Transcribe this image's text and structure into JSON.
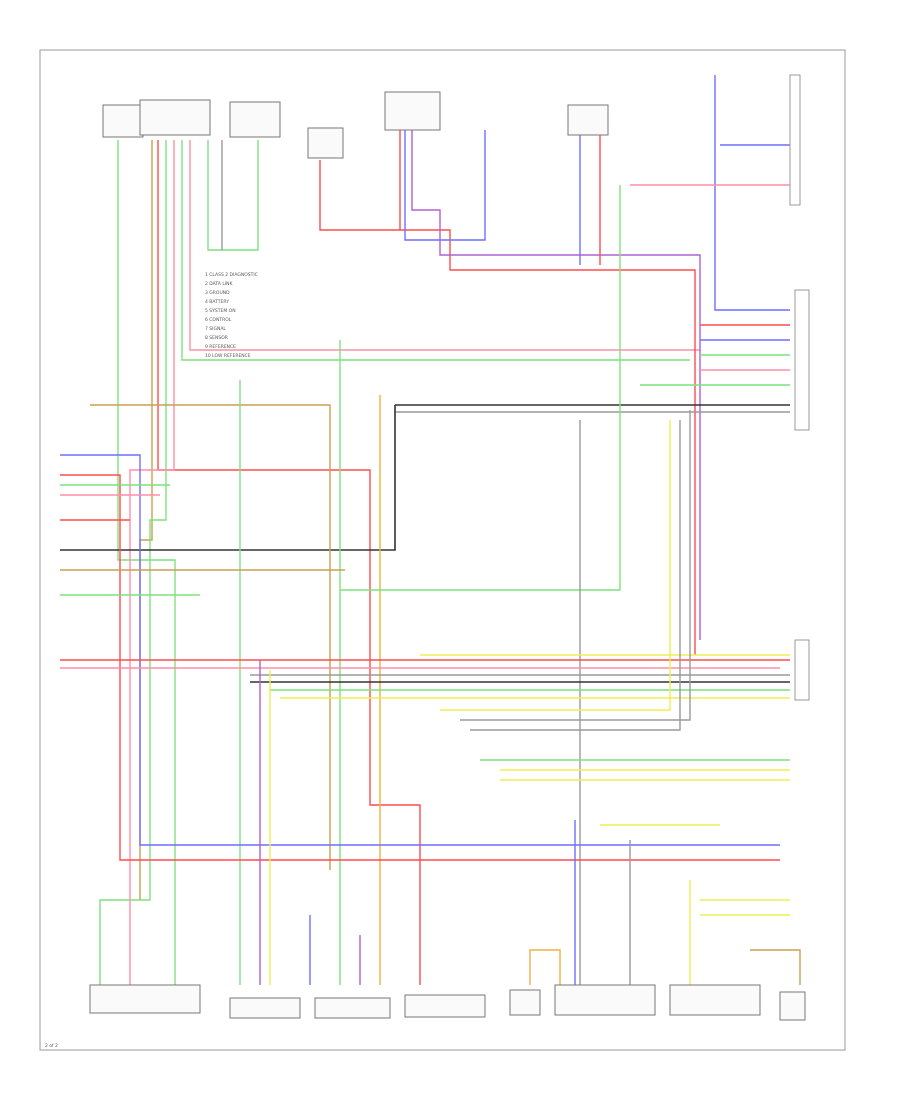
{
  "diagram": {
    "page_label": "2 of 2",
    "colors": {
      "red": "#ff4d4d",
      "pink": "#ff8fa8",
      "green": "#7fe07f",
      "yellow": "#eeee55",
      "blue": "#6f6fff",
      "violet": "#b060d0",
      "brown": "#c8a050",
      "gray": "#9a9a9a",
      "black": "#333333",
      "orange": "#f0b040"
    },
    "wire_list": [
      "1 CLASS 2 DIAGNOSTIC",
      "2 DATA LINK",
      "3 GROUND",
      "4 BATTERY",
      "5 SYSTEM ON",
      "6 CONTROL",
      "7 SIGNAL",
      "8 SENSOR",
      "9 REFERENCE",
      "10 LOW REFERENCE"
    ]
  }
}
